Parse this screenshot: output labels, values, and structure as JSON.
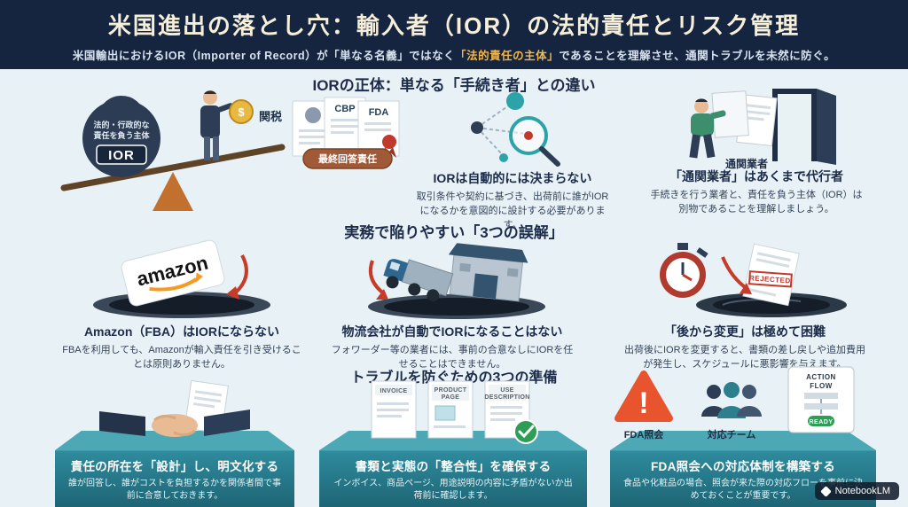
{
  "header": {
    "title": "米国進出の落とし穴：輸入者（IOR）の法的責任とリスク管理",
    "subtitle_pre": "米国輸出におけるIOR（Importer of Record）が「単なる名義」ではなく",
    "subtitle_highlight": "「法的責任の主体」",
    "subtitle_post": "であることを理解させ、通関トラブルを未然に防ぐ。"
  },
  "identity": {
    "section_title": "IORの正体：単なる「手続き者」との違い",
    "weight_caption_1": "法的・行政的な",
    "weight_caption_2": "責任を負う主体",
    "weight_label": "IOR",
    "coin_symbol": "$",
    "tariff_label": "関税",
    "doc_cbp": "CBP",
    "doc_fda": "FDA",
    "final_badge": "最終回答責任",
    "auto_title": "IORは自動的には決まらない",
    "auto_desc": "取引条件や契約に基づき、出荷前に誰がIORになるかを意図的に設計する必要があります。",
    "broker_label": "通関業者",
    "broker_title": "「通関業者」はあくまで代行者",
    "broker_desc": "手続きを行う業者と、責任を負う主体（IOR）は別物であることを理解しましょう。"
  },
  "misconceptions": {
    "section_title": "実務で陥りやすい「3つの誤解」",
    "amazon_logo": "amazon",
    "rejected_stamp": "REJECTED",
    "items": [
      {
        "title": "Amazon（FBA）はIORにならない",
        "desc": "FBAを利用しても、Amazonが輸入責任を引き受けることは原則ありません。"
      },
      {
        "title": "物流会社が自動でIORになることはない",
        "desc": "フォワーダー等の業者には、事前の合意なしにIORを任せることはできません。"
      },
      {
        "title": "「後から変更」は極めて困難",
        "desc": "出荷後にIORを変更すると、書類の差し戻しや追加費用が発生し、スケジュールに悪影響を与えます。"
      }
    ]
  },
  "preparations": {
    "section_title": "トラブルを防ぐための3つの準備",
    "doc_invoice": "INVOICE",
    "doc_product_1": "PRODUCT",
    "doc_product_2": "PAGE",
    "doc_use_1": "USE",
    "doc_use_2": "DESCRIPTION",
    "warning_mark": "!",
    "warning_label": "FDA照会",
    "team_label": "対応チーム",
    "flow_label_1": "ACTION",
    "flow_label_2": "FLOW",
    "ready_label": "READY",
    "items": [
      {
        "title": "責任の所在を「設計」し、明文化する",
        "desc": "誰が回答し、誰がコストを負担するかを関係者間で事前に合意しておきます。"
      },
      {
        "title": "書類と実態の「整合性」を確保する",
        "desc": "インボイス、商品ページ、用途説明の内容に矛盾がないか出荷前に確認します。"
      },
      {
        "title": "FDA照会への対応体制を構築する",
        "desc": "食品や化粧品の場合、照会が来た際の対応フローを事前に決めておくことが重要です。"
      }
    ]
  },
  "watermark": "NotebookLM"
}
